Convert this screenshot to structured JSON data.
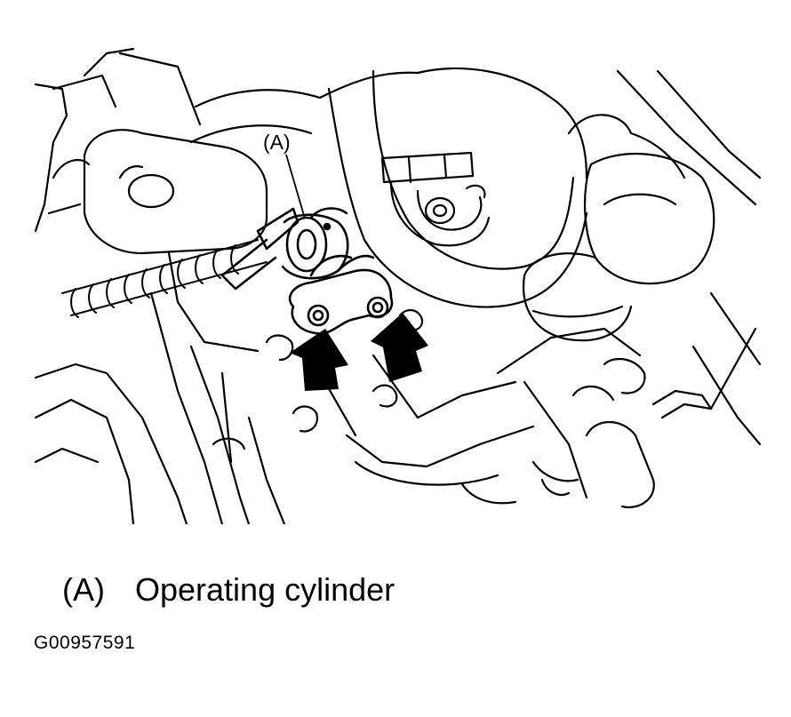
{
  "diagram": {
    "callout_label": "(A)",
    "arrow_count": 2
  },
  "legend": {
    "key": "(A)",
    "description": "Operating cylinder"
  },
  "figure_id": "G00957591"
}
